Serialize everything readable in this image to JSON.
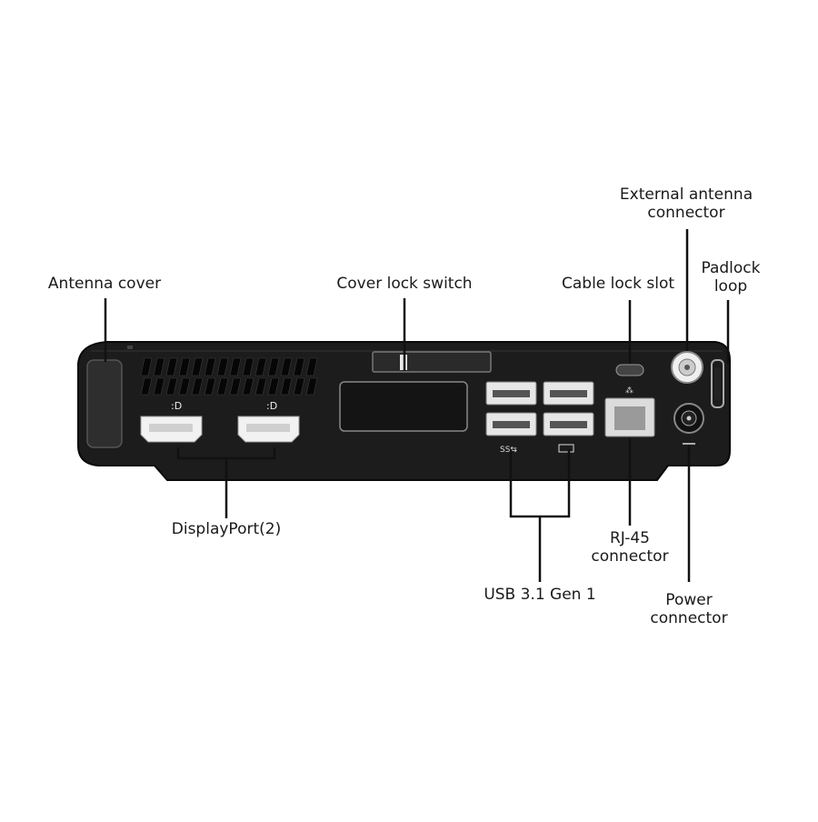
{
  "labels": {
    "antenna_cover": "Antenna cover",
    "cover_lock_switch": "Cover lock switch",
    "cable_lock_slot": "Cable lock slot",
    "external_antenna_line1": "External antenna",
    "external_antenna_line2": "connector",
    "padlock_line1": "Padlock",
    "padlock_line2": "loop",
    "displayport": "DisplayPort(2)",
    "usb": "USB 3.1 Gen 1",
    "rj45_line1": "RJ-45",
    "rj45_line2": "connector",
    "power_line1": "Power",
    "power_line2": "connector"
  },
  "colors": {
    "chassis": "#1c1c1c",
    "chassis_edge": "#0a0a0a",
    "port_white": "#f2f2f2",
    "leader_line": "#111111"
  }
}
